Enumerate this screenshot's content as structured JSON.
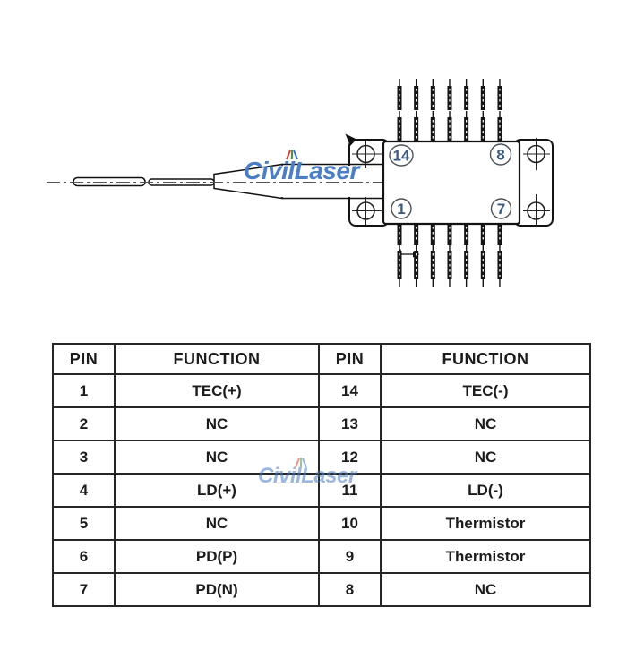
{
  "watermark": {
    "text": "CivilLaser",
    "color": "#4a7ec5"
  },
  "diagram": {
    "pin_labels": {
      "top_left": "14",
      "top_right": "8",
      "bottom_left": "1",
      "bottom_right": "7"
    },
    "top_pin_count": 7,
    "bottom_pin_count": 7
  },
  "table": {
    "headers": [
      "PIN",
      "FUNCTION",
      "PIN",
      "FUNCTION"
    ],
    "rows": [
      [
        "1",
        "TEC(+)",
        "14",
        "TEC(-)"
      ],
      [
        "2",
        "NC",
        "13",
        "NC"
      ],
      [
        "3",
        "NC",
        "12",
        "NC"
      ],
      [
        "4",
        "LD(+)",
        "11",
        "LD(-)"
      ],
      [
        "5",
        "NC",
        "10",
        "Thermistor"
      ],
      [
        "6",
        "PD(P)",
        "9",
        "Thermistor"
      ],
      [
        "7",
        "PD(N)",
        "8",
        "NC"
      ]
    ]
  },
  "colors": {
    "watermark_blue": "#4a7ec5",
    "pin_label_blue": "#3c5a82",
    "line": "#141414",
    "table_text": "#1b1b1b"
  }
}
